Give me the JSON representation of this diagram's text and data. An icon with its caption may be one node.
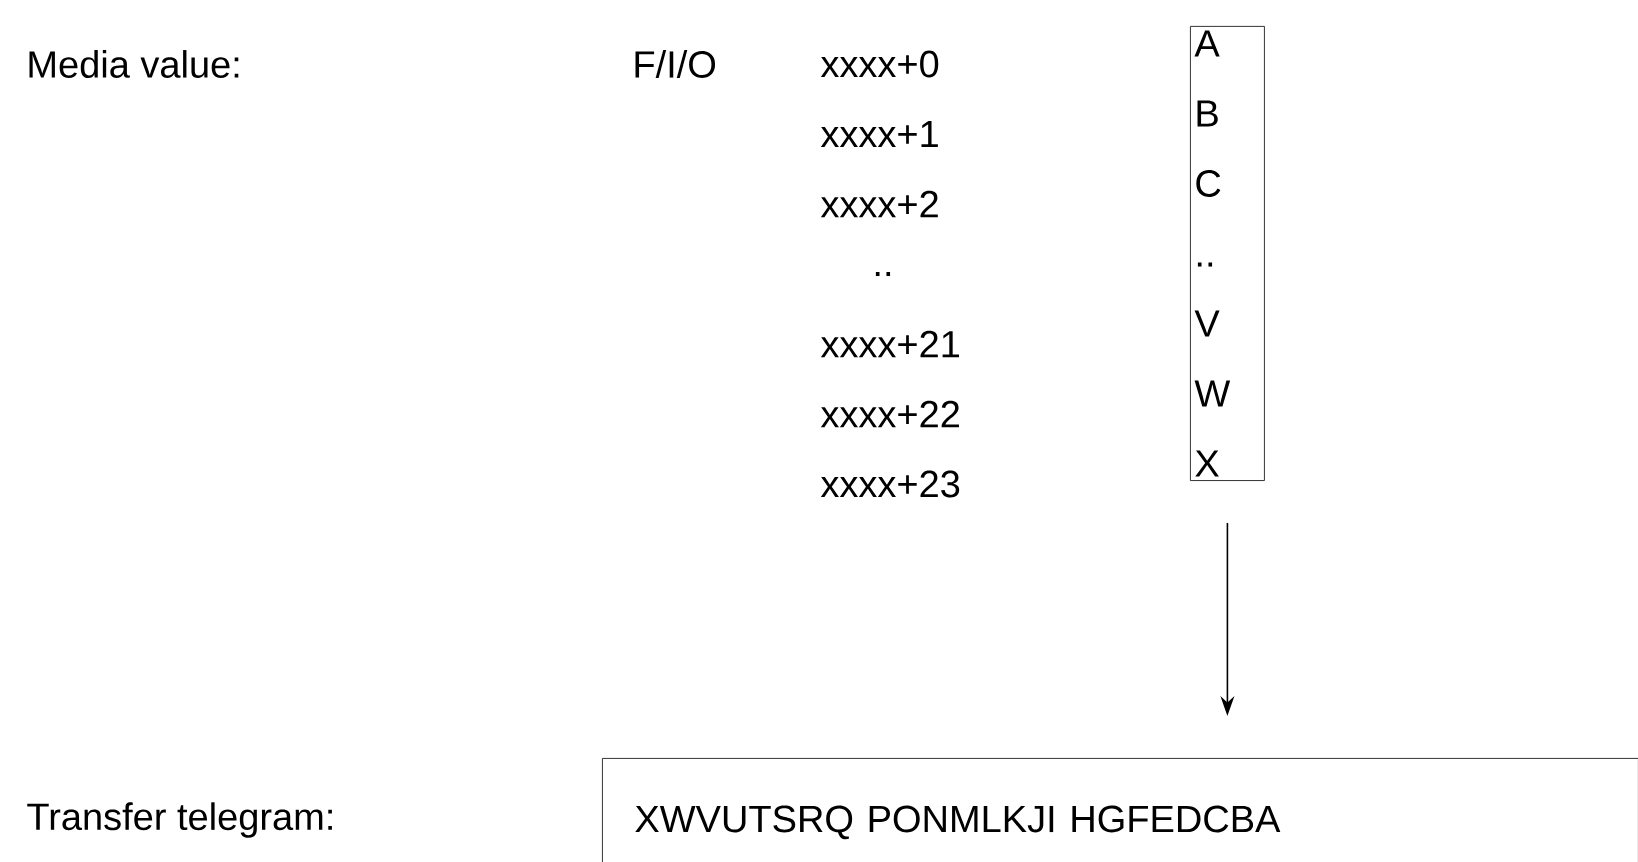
{
  "diagram": {
    "nodes": [
      {
        "text": [
          "A",
          "B",
          "C",
          "..",
          "V",
          "W",
          "X"
        ]
      },
      {
        "text": [
          "XWVUTSRQ PONMLKJI HGFEDCBA"
        ]
      }
    ],
    "edges": [
      {
        "from": 0,
        "to": 1,
        "arrow": "to"
      }
    ],
    "labels": [
      "Media value:",
      "F/I/O",
      "xxxx+0",
      "xxxx+1",
      "xxxx+2",
      "..",
      "xxxx+21",
      "xxxx+22",
      "xxxx+23",
      "Transfer telegram:"
    ]
  }
}
